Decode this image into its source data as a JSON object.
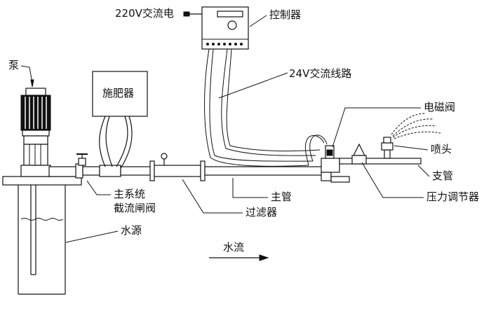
{
  "labels": {
    "power": "220V交流电",
    "controller": "控制器",
    "line24v": "24V交流线路",
    "pump": "泵",
    "fertilizer": "施肥器",
    "solenoid": "电磁阀",
    "nozzle": "喷头",
    "branch": "支管",
    "pressure": "压力调节器",
    "main_pipe": "主管",
    "main_valve_l1": "主系统",
    "main_valve_l2": "截流闸阀",
    "filter": "过滤器",
    "source": "水源",
    "flow": "水流"
  }
}
